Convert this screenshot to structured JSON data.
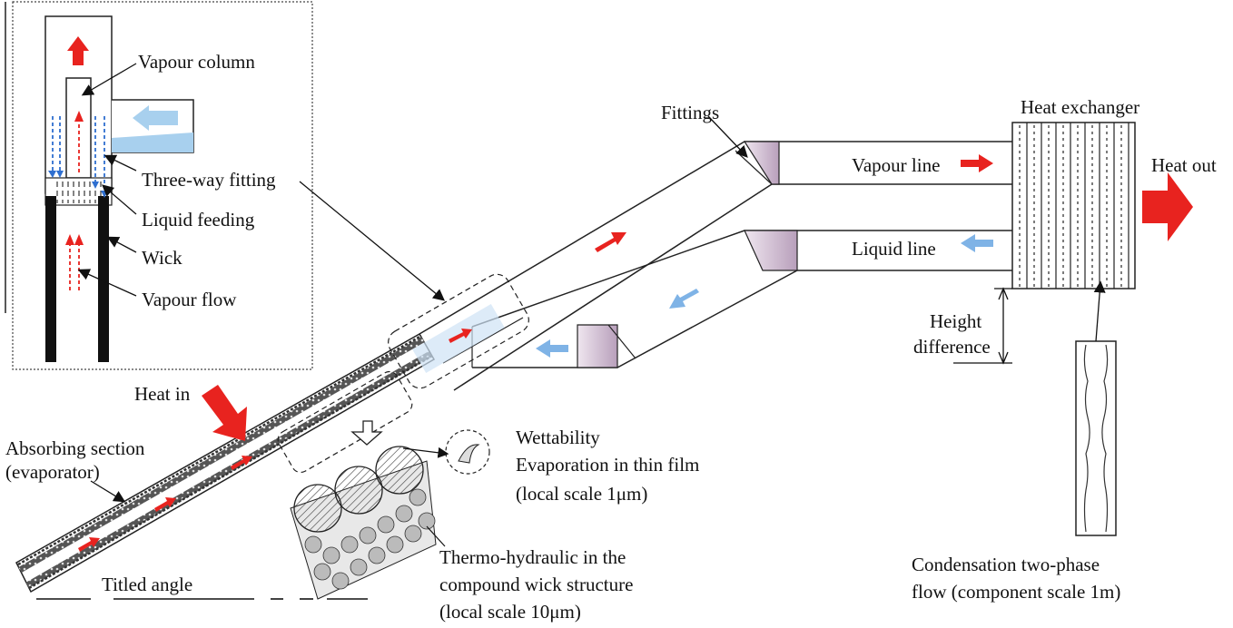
{
  "labels": {
    "vapour_column": "Vapour column",
    "three_way_fitting": "Three-way fitting",
    "liquid_feeding": "Liquid feeding",
    "wick": "Wick",
    "vapour_flow": "Vapour flow",
    "fittings": "Fittings",
    "heat_exchanger": "Heat exchanger",
    "heat_out": "Heat out",
    "vapour_line": "Vapour line",
    "liquid_line": "Liquid line",
    "height_difference_1": "Height",
    "height_difference_2": "difference",
    "heat_in": "Heat in",
    "absorbing_section_1": "Absorbing section",
    "absorbing_section_2": "(evaporator)",
    "titled_angle": "Titled angle",
    "wettability": "Wettability",
    "evaporation_thin_film": "Evaporation in thin film",
    "local_scale_1um": "(local scale 1μm)",
    "thermo_hydraulic_1": "Thermo-hydraulic in the",
    "thermo_hydraulic_2": "compound wick structure",
    "local_scale_10um": "(local scale 10μm)",
    "condensation_1": "Condensation two-phase",
    "condensation_2": "flow (component scale 1m)"
  },
  "colors": {
    "vapour_arrow": "#e8231f",
    "liquid_arrow": "#7fb3e6",
    "liquid_fill": "#a8d0ee",
    "fitting_fill": "#c9b3cc",
    "line": "#222222"
  },
  "icons": [
    "vapour-arrow-icon",
    "liquid-arrow-icon",
    "heat-in-arrow-icon",
    "heat-out-arrow-icon",
    "hollow-down-arrow-icon"
  ]
}
